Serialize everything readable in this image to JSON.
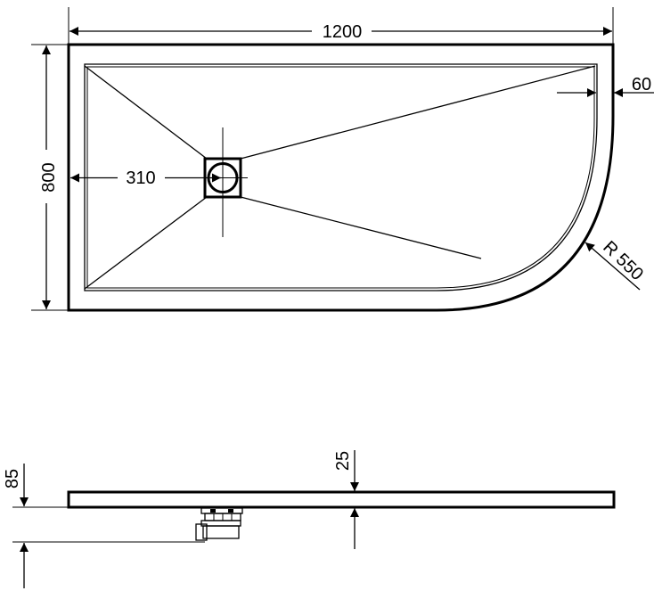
{
  "plan_view": {
    "width_label": "1200",
    "depth_label": "800",
    "drain_offset_label": "310",
    "rim_label": "60",
    "radius_label": "R 550"
  },
  "side_view": {
    "thickness_label": "25",
    "height_label": "85"
  }
}
